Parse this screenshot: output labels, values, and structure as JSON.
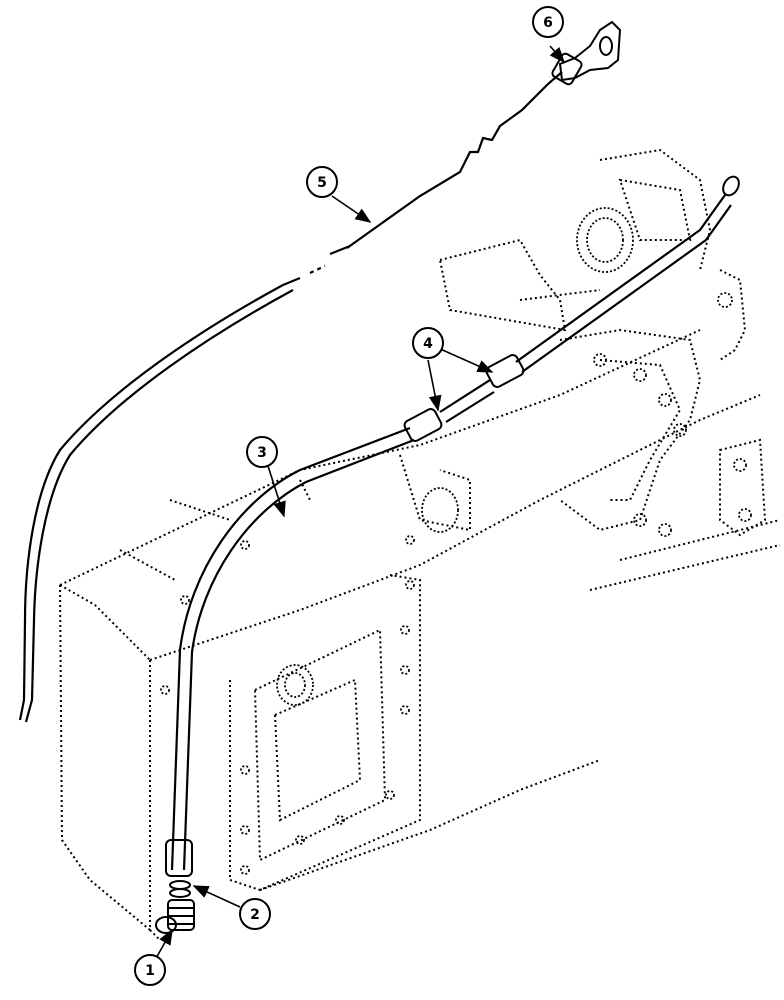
{
  "callouts": [
    {
      "label": "1"
    },
    {
      "label": "2"
    },
    {
      "label": "3"
    },
    {
      "label": "4"
    },
    {
      "label": "5"
    },
    {
      "label": "6"
    }
  ],
  "colors": {
    "ink": "#000000",
    "paper": "#ffffff"
  }
}
